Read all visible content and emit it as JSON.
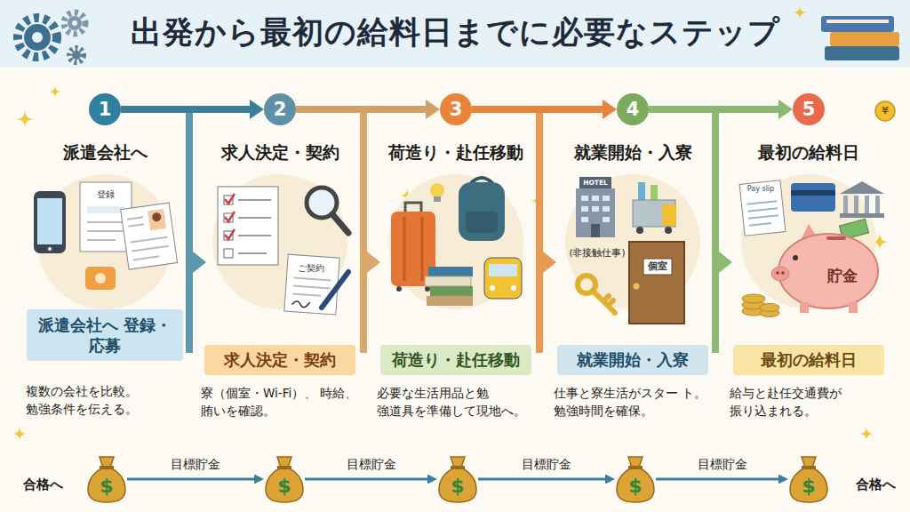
{
  "diagram": {
    "title": "出発から最初の給料日までに必要なステップ",
    "nodes": [
      {
        "text": [
          "1"
        ]
      },
      {
        "text": [
          "2"
        ]
      },
      {
        "text": [
          "3"
        ]
      },
      {
        "text": [
          "4"
        ]
      },
      {
        "text": [
          "5"
        ]
      },
      {
        "text": [
          "派遣会社へ 登録・応募",
          "複数の会社を比較。 勉強条件を伝える。"
        ]
      },
      {
        "text": [
          "求人決定・契約",
          "寮（個室・Wi-Fi）、 時給、賄いを確認。"
        ]
      },
      {
        "text": [
          "荷造り・赴任移動",
          "必要な生活用品と勉 強道具を準備して現地へ。"
        ]
      },
      {
        "text": [
          "就業開始・入寮",
          "仕事と寮生活がスター ト。勉強時間を確保。"
        ]
      },
      {
        "text": [
          "最初の給料日",
          "給与と赴任交通費が 振り込まれる。"
        ]
      },
      {
        "text": [
          "$"
        ]
      },
      {
        "text": [
          "$"
        ]
      },
      {
        "text": [
          "$"
        ]
      },
      {
        "text": [
          "$"
        ]
      },
      {
        "text": [
          "$"
        ]
      }
    ],
    "edges": [
      {
        "from": 0,
        "to": 1,
        "arrow": "to"
      },
      {
        "from": 1,
        "to": 2,
        "arrow": "to"
      },
      {
        "from": 2,
        "to": 3,
        "arrow": "to"
      },
      {
        "from": 3,
        "to": 4,
        "arrow": "to"
      },
      {
        "from": 10,
        "to": 11,
        "label": "目標貯金",
        "arrow": "to"
      },
      {
        "from": 11,
        "to": 12,
        "label": "目標貯金",
        "arrow": "to"
      },
      {
        "from": 12,
        "to": 13,
        "label": "目標貯金",
        "arrow": "to"
      },
      {
        "from": 13,
        "to": 14,
        "label": "目標貯金",
        "arrow": "to"
      }
    ],
    "labels": [
      "派遣会社へ",
      "求人決定・契約",
      "荷造り・赴任移動",
      "就業開始・入寮",
      "最初の給料日",
      "登録",
      "ご契約",
      "HOTEL",
      "(非接触仕事)",
      "個室",
      "Pay slip",
      "貯金",
      "¥",
      "合格へ",
      "合格へ"
    ]
  }
}
